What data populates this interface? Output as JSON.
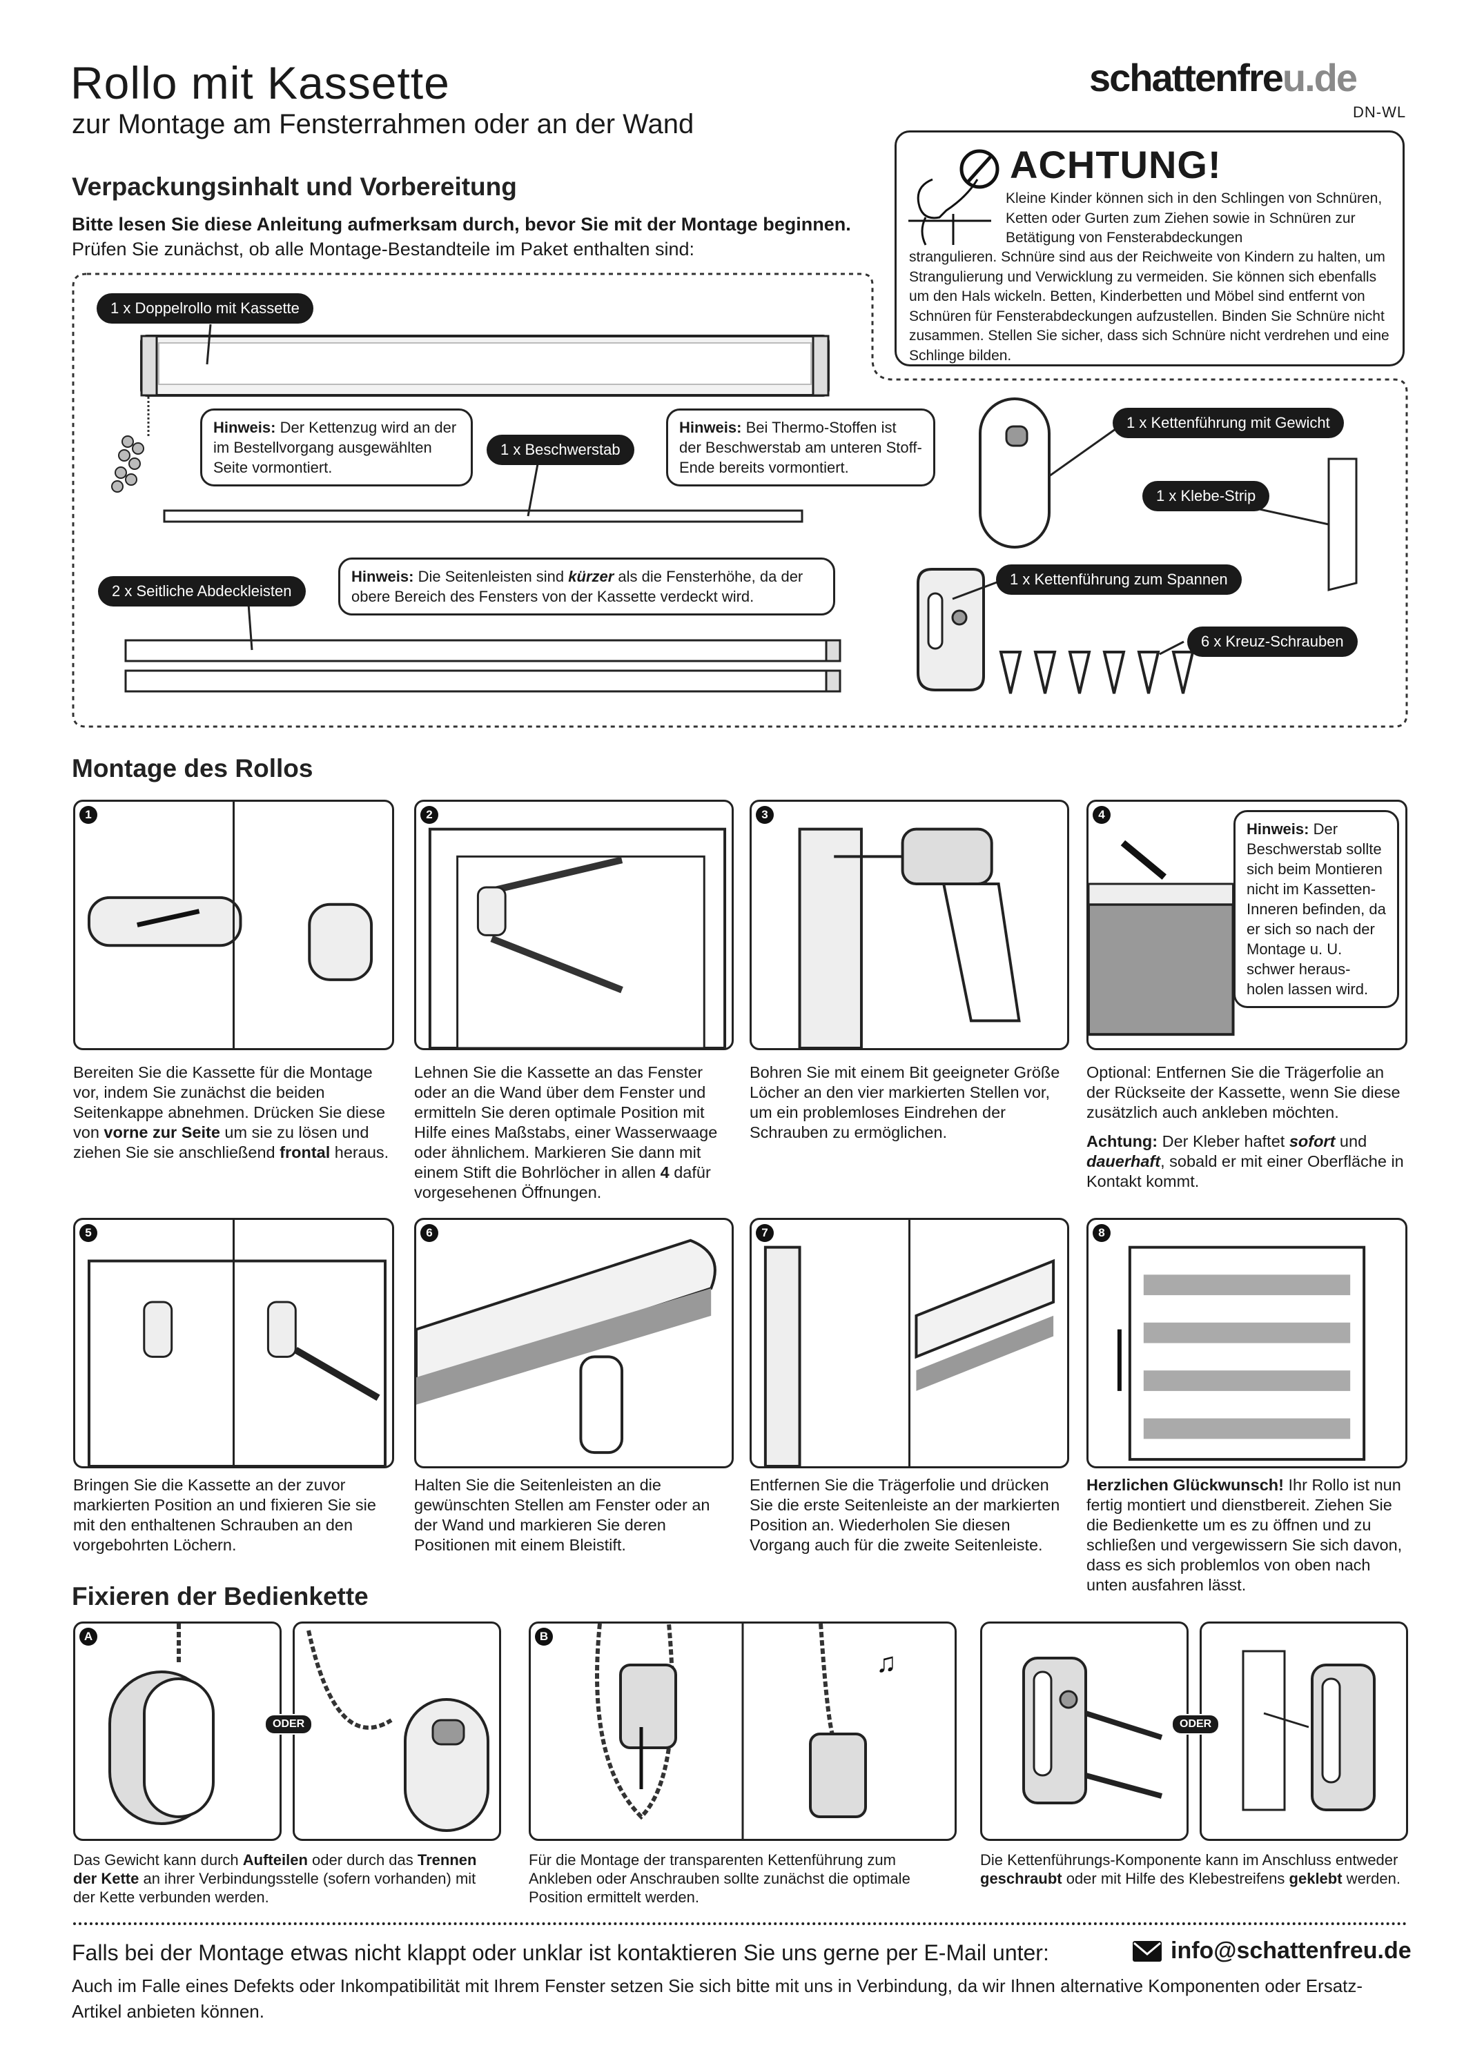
{
  "header": {
    "title": "Rollo mit Kassette",
    "subtitle": "zur Montage am Fensterrahmen oder an der Wand",
    "logo_main": "schattenfre",
    "logo_accent": "u.de",
    "product_code": "DN-WL"
  },
  "warning": {
    "title": "ACHTUNG!",
    "text_top": "Kleine Kinder können sich in den Schlingen von Schnüren, Ketten oder Gurten zum Ziehen sowie in Schnüren zur Betätigung von Fensterabdeckungen",
    "text_bottom": "strangulieren. Schnüre sind aus der Reichweite von Kindern zu halten, um Strangulierung und Verwicklung zu vermeiden. Sie können sich ebenfalls um den Hals wickeln. Betten, Kinderbetten und Möbel sind entfernt von Schnüren für Fensterabdeckungen aufzustellen. Binden Sie Schnüre nicht zusammen. Stellen Sie sicher, dass sich Schnüre nicht verdrehen und eine Schlinge bilden."
  },
  "contents": {
    "heading": "Verpackungsinhalt und Vorbereitung",
    "intro_bold": "Bitte lesen Sie diese Anleitung aufmerksam durch, bevor Sie mit der Montage beginnen.",
    "intro": "Prüfen Sie zunächst, ob alle Montage-Bestandteile im Paket enthalten sind:",
    "items": [
      "1 x Doppelrollo mit Kassette",
      "1 x Beschwerstab",
      "2 x Seitliche Abdeckleisten",
      "1 x Kettenführung mit Gewicht",
      "1 x Klebe-Strip",
      "1 x Kettenführung zum Spannen",
      "6 x Kreuz-Schrauben"
    ],
    "notes": [
      [
        {
          "t": "Hinweis: ",
          "b": true
        },
        {
          "t": "Der Kettenzug wird an der im Bestellvorgang ausgewählten Seite vormontiert."
        }
      ],
      [
        {
          "t": "Hinweis: ",
          "b": true
        },
        {
          "t": "Bei Thermo-Stoffen ist der Beschwerstab am unteren Stoff-Ende bereits vormontiert."
        }
      ],
      [
        {
          "t": "Hinweis: ",
          "b": true
        },
        {
          "t": "Die Seitenleisten sind "
        },
        {
          "t": "kürzer",
          "b": true,
          "i": true
        },
        {
          "t": " als die Fensterhöhe, da der obere Bereich des Fensters von der Kassette verdeckt wird."
        }
      ]
    ]
  },
  "montage": {
    "heading": "Montage des Rollos",
    "steps": [
      {
        "num": "1",
        "text": [
          {
            "t": "Bereiten Sie die Kassette für die Montage vor, indem Sie zunächst die beiden Seitenkappe abnehmen. Drücken Sie diese von "
          },
          {
            "t": "vorne zur Seite",
            "b": true
          },
          {
            "t": " um sie zu lösen und ziehen Sie sie anschließend "
          },
          {
            "t": "frontal",
            "b": true
          },
          {
            "t": " heraus."
          }
        ]
      },
      {
        "num": "2",
        "text": [
          {
            "t": "Lehnen Sie die Kassette an das Fenster oder an die Wand über dem Fenster und ermitteln Sie deren optimale Position mit Hilfe eines Maßstabs, einer Wasserwaage oder ähnlichem. Markieren Sie dann mit einem Stift die Bohrlöcher in allen "
          },
          {
            "t": "4",
            "b": true
          },
          {
            "t": " dafür vorgesehenen Öffnungen."
          }
        ]
      },
      {
        "num": "3",
        "text": [
          {
            "t": "Bohren Sie mit einem Bit geeigneter Größe Löcher an den vier markierten Stellen vor, um ein problemloses Eindrehen der Schrauben zu ermöglichen."
          }
        ]
      },
      {
        "num": "4",
        "note": [
          {
            "t": "Hinweis: ",
            "b": true
          },
          {
            "t": "Der Beschwerstab sollte sich beim Montieren nicht im Kassetten-Inneren befinden, da er sich so nach der Montage u. U. schwer heraus-holen lassen wird."
          }
        ],
        "text": [
          {
            "t": "Optional: Entfernen Sie die Trägerfolie an der Rückseite der Kassette, wenn Sie diese zusätzlich auch ankleben möchten."
          }
        ],
        "text2": [
          {
            "t": "Achtung: ",
            "b": true
          },
          {
            "t": "Der Kleber haftet "
          },
          {
            "t": "sofort",
            "b": true,
            "i": true
          },
          {
            "t": " und "
          },
          {
            "t": "dauerhaft",
            "b": true,
            "i": true
          },
          {
            "t": ", sobald er mit einer Oberfläche in Kontakt kommt."
          }
        ]
      },
      {
        "num": "5",
        "text": [
          {
            "t": "Bringen Sie die Kassette an der zuvor markierten Position an und fixieren Sie sie mit den enthaltenen Schrauben an den vorgebohrten Löchern."
          }
        ]
      },
      {
        "num": "6",
        "text": [
          {
            "t": "Halten Sie die Seitenleisten an die gewünschten Stellen am Fenster oder an der Wand und markieren Sie deren Positionen mit einem Bleistift."
          }
        ]
      },
      {
        "num": "7",
        "text": [
          {
            "t": "Entfernen Sie die Trägerfolie und drücken Sie die erste Seitenleiste an der markierten Position an. Wiederholen Sie diesen Vorgang auch für die zweite Seitenleiste."
          }
        ]
      },
      {
        "num": "8",
        "text": [
          {
            "t": "Herzlichen Glückwunsch!",
            "b": true
          },
          {
            "t": " Ihr Rollo ist nun fertig montiert und dienstbereit. Ziehen Sie die Bedienkette um es zu öffnen und zu schließen und vergewissern Sie sich davon, dass es sich problemlos von oben nach unten ausfahren lässt."
          }
        ]
      }
    ]
  },
  "chain": {
    "heading": "Fixieren der Bedienkette",
    "or_label": "ODER",
    "steps": [
      {
        "num": "A",
        "text": [
          {
            "t": "Das Gewicht kann durch "
          },
          {
            "t": "Aufteilen",
            "b": true
          },
          {
            "t": " oder durch das "
          },
          {
            "t": "Trennen der Kette",
            "b": true
          },
          {
            "t": " an ihrer Verbindungsstelle (sofern vorhanden) mit der Kette verbunden werden."
          }
        ]
      },
      {
        "num": "B",
        "text": [
          {
            "t": "Für die Montage der transparenten Kettenführung zum Ankleben oder Anschrauben sollte zunächst die optimale Position ermittelt werden."
          }
        ]
      },
      {
        "num": "",
        "text": [
          {
            "t": "Die Kettenführungs-Komponente kann im Anschluss entweder "
          },
          {
            "t": "geschraubt",
            "b": true
          },
          {
            "t": " oder mit Hilfe des Klebestreifens "
          },
          {
            "t": "geklebt",
            "b": true
          },
          {
            "t": " werden."
          }
        ]
      }
    ]
  },
  "footer": {
    "contact_text": "Falls bei der Montage etwas nicht klappt oder unklar ist kontaktieren Sie uns gerne per E-Mail unter:",
    "email": "info@schattenfreu.de",
    "final_text": "Auch im Falle eines Defekts oder Inkompatibilität mit Ihrem Fenster setzen Sie sich bitte mit uns in Verbindung, da wir Ihnen alternative Komponenten oder Ersatz-Artikel anbieten können."
  }
}
